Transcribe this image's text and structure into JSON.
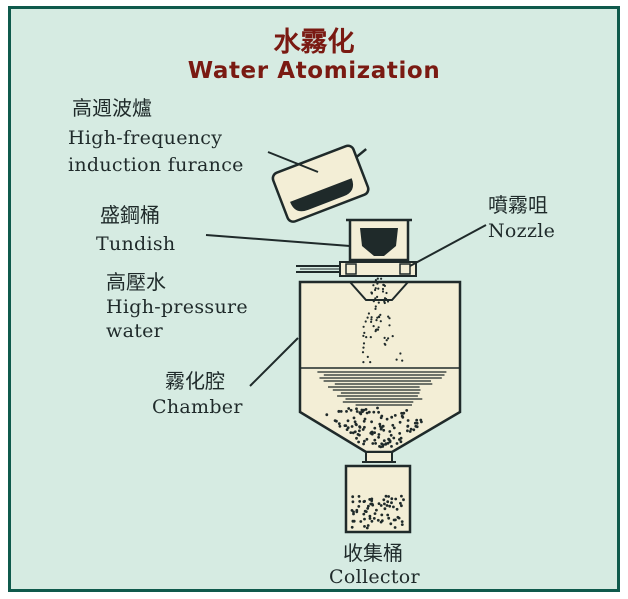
{
  "title": {
    "zh": "水霧化",
    "en": "Water Atomization"
  },
  "labels": {
    "furnace": {
      "zh": "高週波爐",
      "en_line1": "High-frequency",
      "en_line2": "induction furance"
    },
    "tundish": {
      "zh": "盛鋼桶",
      "en": "Tundish"
    },
    "nozzle": {
      "zh": "噴霧咀",
      "en": "Nozzle"
    },
    "water": {
      "zh": "高壓水",
      "en_line1": "High-pressure",
      "en_line2": "water"
    },
    "chamber": {
      "zh": "霧化腔",
      "en": "Chamber"
    },
    "collector": {
      "zh": "收集桶",
      "en": "Collector"
    }
  },
  "colors": {
    "background": "#d6ebe2",
    "border": "#0f5a4c",
    "title": "#7a1a12",
    "vessel": "#f3eed6",
    "line": "#1f2a2a"
  }
}
